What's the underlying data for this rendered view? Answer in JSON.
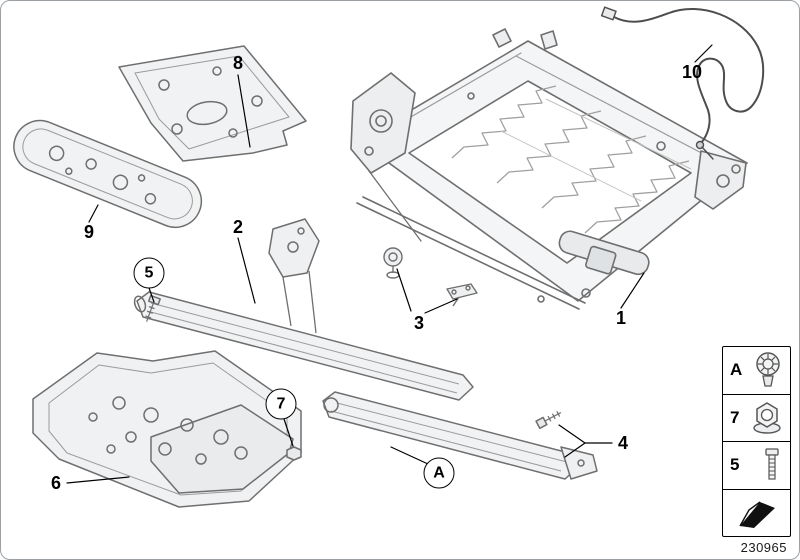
{
  "diagram": {
    "id": "230965"
  },
  "callouts": {
    "part1": {
      "label": "1"
    },
    "part2": {
      "label": "2"
    },
    "part3": {
      "label": "3"
    },
    "part4": {
      "label": "4"
    },
    "part5": {
      "label": "5",
      "circled": true
    },
    "part6": {
      "label": "6"
    },
    "part7": {
      "label": "7",
      "circled": true
    },
    "part8": {
      "label": "8"
    },
    "part9": {
      "label": "9"
    },
    "part10": {
      "label": "10"
    },
    "refA": {
      "label": "A",
      "circled": true
    }
  },
  "legend": {
    "rows": [
      {
        "label": "A",
        "icon": "hex-bolt-icon"
      },
      {
        "label": "7",
        "icon": "flange-nut-icon"
      },
      {
        "label": "5",
        "icon": "machine-screw-icon"
      },
      {
        "label": "",
        "icon": "direction-arrow-icon"
      }
    ]
  }
}
